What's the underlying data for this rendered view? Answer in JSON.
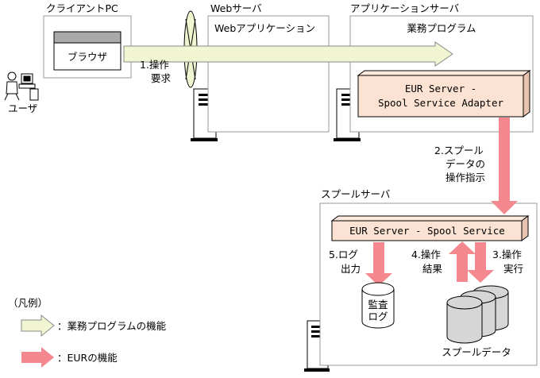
{
  "client": {
    "title": "クライアントPC",
    "browser": "ブラウザ"
  },
  "web": {
    "title": "Webサーバ",
    "inner": "Webアプリケーション"
  },
  "app": {
    "title": "アプリケーションサーバ",
    "program": "業務プログラム",
    "adapter_line1": "EUR Server -",
    "adapter_line2": "Spool Service Adapter"
  },
  "user": {
    "label": "ユーザ"
  },
  "steps": {
    "s1_line1": "1.操作",
    "s1_line2": "要求",
    "s2_line1": "2.スプール",
    "s2_line2": "データの",
    "s2_line3": "操作指示",
    "s3_line1": "3.操作",
    "s3_line2": "実行",
    "s4_line1": "4.操作",
    "s4_line2": "結果",
    "s5_line1": "5.ログ",
    "s5_line2": "出力"
  },
  "spool": {
    "title": "スプールサーバ",
    "service": "EUR Server - Spool Service",
    "audit_line1": "監査",
    "audit_line2": "ログ",
    "data_label": "スプールデータ"
  },
  "legend": {
    "title": "（凡例）",
    "business": "：業務プログラムの機能",
    "eur": "：EURの機能"
  },
  "colors": {
    "business_arrow": "#f2f5d2",
    "eur_arrow": "#f5878f",
    "service_box": "#fbe2d2",
    "border": "#9a9a9a"
  }
}
